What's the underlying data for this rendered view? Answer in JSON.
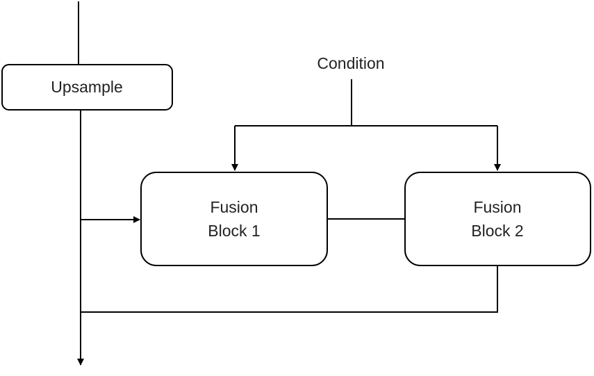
{
  "nodes": {
    "upsample": {
      "label": "Upsample"
    },
    "condition": {
      "label": "Condition"
    },
    "fusion_block_1": {
      "line1": "Fusion",
      "line2": "Block 1"
    },
    "fusion_block_2": {
      "line1": "Fusion",
      "line2": "Block 2"
    }
  },
  "edges": [
    {
      "from": "input",
      "to": "upsample",
      "arrow": false
    },
    {
      "from": "upsample",
      "to": "fusion_block_1",
      "arrow": true
    },
    {
      "from": "condition",
      "to": "fusion_block_1",
      "arrow": true
    },
    {
      "from": "condition",
      "to": "fusion_block_2",
      "arrow": true
    },
    {
      "from": "fusion_block_1",
      "to": "fusion_block_2",
      "arrow": false
    },
    {
      "from": "fusion_block_2",
      "to": "output",
      "arrow": true
    },
    {
      "from": "upsample",
      "to": "output",
      "arrow": true
    }
  ],
  "colors": {
    "stroke": "#000000",
    "text": "#222222",
    "box_fill": "#ffffff"
  }
}
